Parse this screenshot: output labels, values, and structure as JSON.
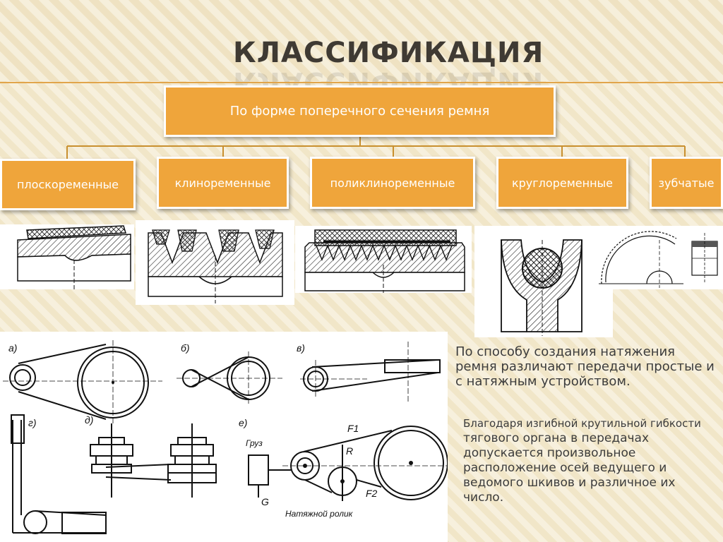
{
  "slide": {
    "title": "КЛАССИФИКАЦИЯ",
    "accent_color": "#efa53b"
  },
  "tree": {
    "root": "По форме поперечного сечения ремня",
    "children": [
      "плоскоременные",
      "клиноременные",
      "поликлиноременные",
      "круглоременные",
      "зубчатые"
    ]
  },
  "drawings": {
    "labels": [
      "а)",
      "б)",
      "в)",
      "г)",
      "д)",
      "е)"
    ],
    "callouts": {
      "weight": "Груз",
      "roller": "Натяжной ролик",
      "f1": "F1",
      "f2": "F2",
      "r": "R",
      "g": "G"
    }
  },
  "text": {
    "tension": "По способу создания натяжения ремня различают передачи простые и с натяжным устройством.",
    "flex_lead": "Благодаря изгибной крутильной гибкости",
    "flex_rest": " тягового органа в передачах допускается произвольное расположение осей ведущего и ведомого шкивов и различное их число."
  }
}
